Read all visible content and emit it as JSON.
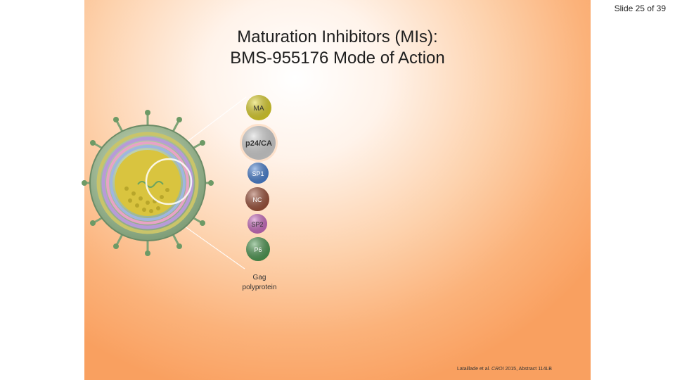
{
  "slide_counter": "Slide 25 of 39",
  "title": {
    "line1": "Maturation Inhibitors (MIs):",
    "line2": "BMS-955176 Mode of Action"
  },
  "gag": {
    "label_line1": "Gag",
    "label_line2": "polyprotein",
    "segments": [
      {
        "label": "MA",
        "color": "#e3d62a"
      },
      {
        "label": "p24/CA",
        "color": "#d8d8d8"
      },
      {
        "label": "SP1",
        "color": "#4a83d6"
      },
      {
        "label": "NC",
        "color": "#a0523a"
      },
      {
        "label": "SP2",
        "color": "#cf6ec4"
      },
      {
        "label": "P6",
        "color": "#4f9b53"
      }
    ]
  },
  "citation": {
    "authors": "Lataillade et al.",
    "journal": "CROI",
    "rest": " 2015, Abstract 114LB"
  }
}
